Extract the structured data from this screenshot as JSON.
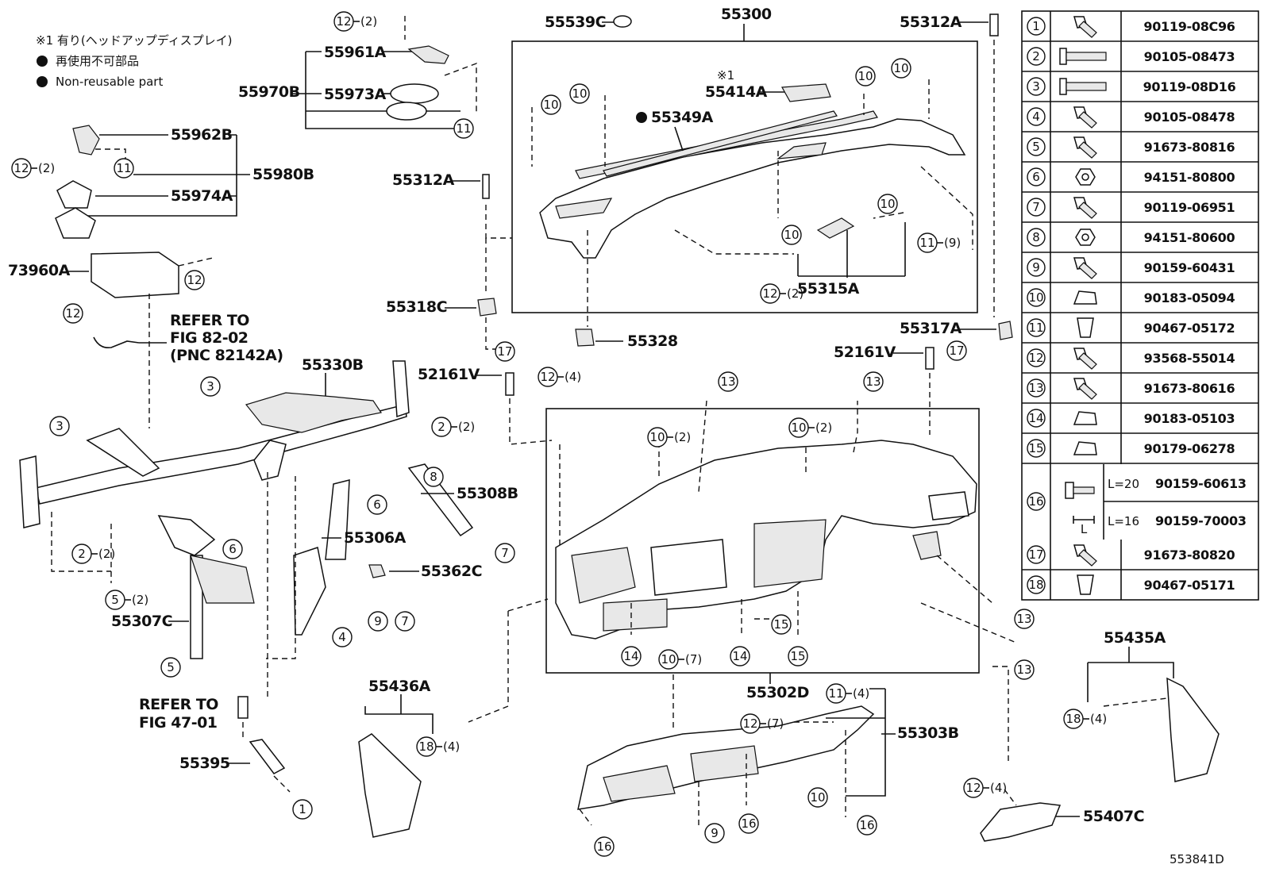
{
  "notes": {
    "note1": "※1 有り(ヘッドアップディスプレイ)",
    "note2": "再使用不可部品",
    "note3": "Non-reusable part"
  },
  "refs": {
    "ref1_l1": "REFER TO",
    "ref1_l2": "FIG 82-02",
    "ref1_l3": "(PNC 82142A)",
    "ref2_l1": "REFER TO",
    "ref2_l2": "FIG 47-01"
  },
  "figure_id": "553841D",
  "asterisk_mark": "※1",
  "dot_glyph": "●",
  "parts": {
    "p55539C": "55539C",
    "p55300": "55300",
    "p55312A_top": "55312A",
    "p55961A": "55961A",
    "p55970B": "55970B",
    "p55973A": "55973A",
    "p55962B": "55962B",
    "p55980B": "55980B",
    "p55974A": "55974A",
    "p73960A": "73960A",
    "p55414A": "55414A",
    "p55349A": "55349A",
    "p55312A_mid": "55312A",
    "p55315A": "55315A",
    "p55318C": "55318C",
    "p55328": "55328",
    "p55317A": "55317A",
    "p52161V_l": "52161V",
    "p52161V_r": "52161V",
    "p55330B": "55330B",
    "p55308B": "55308B",
    "p55306A": "55306A",
    "p55362C": "55362C",
    "p55307C": "55307C",
    "p55395": "55395",
    "p55436A": "55436A",
    "p55302D": "55302D",
    "p55303B": "55303B",
    "p55435A": "55435A",
    "p55407C": "55407C"
  },
  "callouts": [
    {
      "n": "12",
      "q": "(2)"
    },
    {
      "n": "12",
      "q": "(2)"
    },
    {
      "n": "11",
      "q": ""
    },
    {
      "n": "11",
      "q": ""
    },
    {
      "n": "12",
      "q": ""
    },
    {
      "n": "12",
      "q": ""
    },
    {
      "n": "10",
      "q": ""
    },
    {
      "n": "10",
      "q": ""
    },
    {
      "n": "10",
      "q": ""
    },
    {
      "n": "10",
      "q": ""
    },
    {
      "n": "10",
      "q": ""
    },
    {
      "n": "11",
      "q": "(9)"
    },
    {
      "n": "12",
      "q": "(2)"
    },
    {
      "n": "10",
      "q": ""
    },
    {
      "n": "17",
      "q": ""
    },
    {
      "n": "12",
      "q": "(4)"
    },
    {
      "n": "17",
      "q": ""
    },
    {
      "n": "3",
      "q": ""
    },
    {
      "n": "3",
      "q": ""
    },
    {
      "n": "2",
      "q": "(2)"
    },
    {
      "n": "8",
      "q": ""
    },
    {
      "n": "6",
      "q": ""
    },
    {
      "n": "6",
      "q": ""
    },
    {
      "n": "7",
      "q": ""
    },
    {
      "n": "2",
      "q": "(2)"
    },
    {
      "n": "5",
      "q": "(2)"
    },
    {
      "n": "9",
      "q": ""
    },
    {
      "n": "7",
      "q": ""
    },
    {
      "n": "4",
      "q": ""
    },
    {
      "n": "5",
      "q": ""
    },
    {
      "n": "1",
      "q": ""
    },
    {
      "n": "13",
      "q": ""
    },
    {
      "n": "13",
      "q": ""
    },
    {
      "n": "10",
      "q": "(2)"
    },
    {
      "n": "10",
      "q": "(2)"
    },
    {
      "n": "14",
      "q": ""
    },
    {
      "n": "10",
      "q": "(7)"
    },
    {
      "n": "14",
      "q": ""
    },
    {
      "n": "15",
      "q": ""
    },
    {
      "n": "15",
      "q": ""
    },
    {
      "n": "13",
      "q": ""
    },
    {
      "n": "13",
      "q": ""
    },
    {
      "n": "18",
      "q": "(4)"
    },
    {
      "n": "11",
      "q": "(4)"
    },
    {
      "n": "12",
      "q": "(7)"
    },
    {
      "n": "10",
      "q": ""
    },
    {
      "n": "16",
      "q": ""
    },
    {
      "n": "16",
      "q": ""
    },
    {
      "n": "9",
      "q": ""
    },
    {
      "n": "16",
      "q": ""
    },
    {
      "n": "18",
      "q": "(4)"
    },
    {
      "n": "12",
      "q": "(4)"
    }
  ],
  "fastener_table": {
    "rows": [
      {
        "n": "1",
        "part": "90119-08C96",
        "icon": "flange-bolt-icon"
      },
      {
        "n": "2",
        "part": "90105-08473",
        "icon": "long-bolt-icon"
      },
      {
        "n": "3",
        "part": "90119-08D16",
        "icon": "long-bolt-icon"
      },
      {
        "n": "4",
        "part": "90105-08478",
        "icon": "bolt-icon"
      },
      {
        "n": "5",
        "part": "91673-80816",
        "icon": "bolt-icon"
      },
      {
        "n": "6",
        "part": "94151-80800",
        "icon": "nut-icon"
      },
      {
        "n": "7",
        "part": "90119-06951",
        "icon": "bolt-icon"
      },
      {
        "n": "8",
        "part": "94151-80600",
        "icon": "nut-icon"
      },
      {
        "n": "9",
        "part": "90159-60431",
        "icon": "screw-icon"
      },
      {
        "n": "10",
        "part": "90183-05094",
        "icon": "clip-nut-icon"
      },
      {
        "n": "11",
        "part": "90467-05172",
        "icon": "push-clip-icon"
      },
      {
        "n": "12",
        "part": "93568-55014",
        "icon": "screw-icon"
      },
      {
        "n": "13",
        "part": "91673-80616",
        "icon": "bolt-icon"
      },
      {
        "n": "14",
        "part": "90183-05103",
        "icon": "clip-nut-icon"
      },
      {
        "n": "15",
        "part": "90179-06278",
        "icon": "clip-nut-icon"
      }
    ],
    "row16": {
      "n": "16",
      "l20": "L=20",
      "part20": "90159-60613",
      "l16": "L=16",
      "part16": "90159-70003",
      "dim": "L"
    },
    "rows_b": [
      {
        "n": "17",
        "part": "91673-80820",
        "icon": "bolt-icon"
      },
      {
        "n": "18",
        "part": "90467-05171",
        "icon": "push-clip-icon"
      }
    ]
  }
}
